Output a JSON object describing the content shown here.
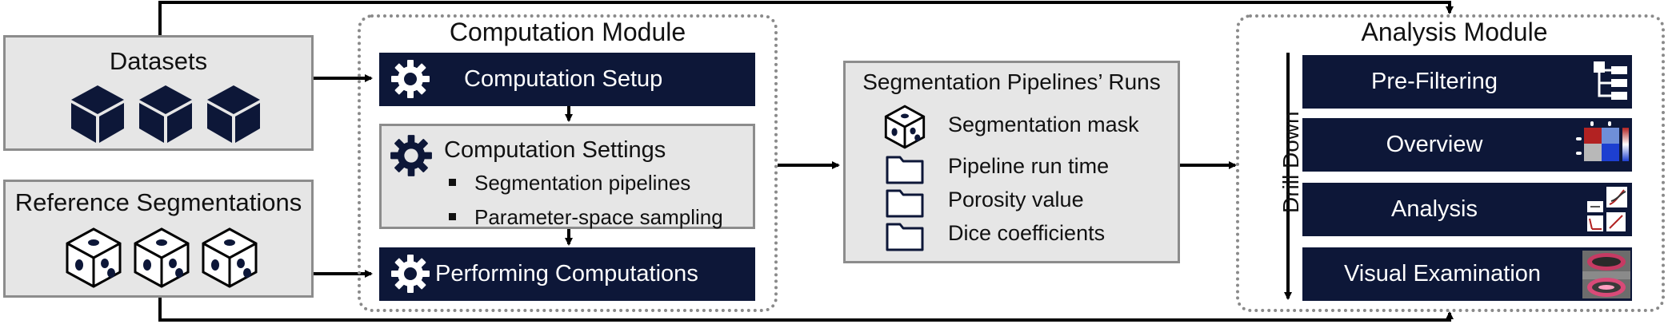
{
  "datasets": {
    "title": "Datasets",
    "icon": "cube-icon"
  },
  "reference": {
    "title": "Reference Segmentations",
    "icon": "segmentation-cube-icon"
  },
  "computation_module": {
    "title": "Computation Module",
    "setup_label": "Computation Setup",
    "settings_title": "Computation Settings",
    "settings_items": [
      "Segmentation pipelines",
      "Parameter-space sampling"
    ],
    "performing_label": "Performing Computations",
    "icon": "gear-icon"
  },
  "runs": {
    "title": "Segmentation Pipelines’ Runs",
    "items": [
      {
        "label": "Segmentation mask",
        "icon": "segmentation-cube-icon"
      },
      {
        "label": "Pipeline run time",
        "icon": "folder-icon"
      },
      {
        "label": "Porosity value",
        "icon": "folder-icon"
      },
      {
        "label": "Dice coefficients",
        "icon": "folder-icon"
      }
    ]
  },
  "analysis_module": {
    "title": "Analysis Module",
    "drill_down": "Drill Down",
    "views": [
      "Pre-Filtering",
      "Overview",
      "Analysis",
      "Visual Examination"
    ]
  },
  "colors": {
    "navy": "#0d1738",
    "gray_fill": "#e6e6e6",
    "gray_border": "#8c8c8c"
  }
}
